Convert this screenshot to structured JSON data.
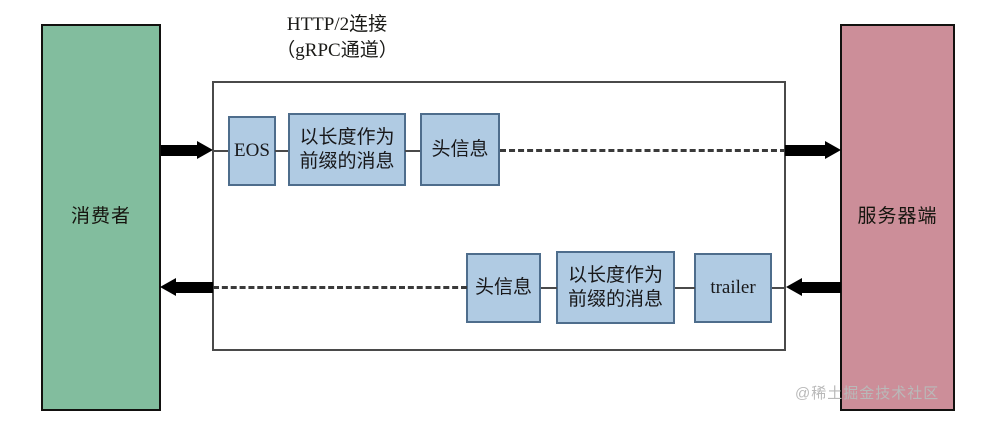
{
  "diagram": {
    "title_lines": [
      "HTTP/2连接",
      "（gRPC通道）"
    ],
    "endpoints": {
      "consumer": {
        "label": "消费者",
        "color": "#82bd9e"
      },
      "server": {
        "label": "服务器端",
        "color": "#cc8e99"
      }
    },
    "request_flow": {
      "direction": "consumer-to-server",
      "boxes": [
        {
          "label_lines": [
            "EOS"
          ],
          "name": "eos"
        },
        {
          "label_lines": [
            "以长度作为",
            "前缀的消息"
          ],
          "name": "length-prefixed-message"
        },
        {
          "label_lines": [
            "头信息"
          ],
          "name": "header"
        }
      ]
    },
    "response_flow": {
      "direction": "server-to-consumer",
      "boxes": [
        {
          "label_lines": [
            "头信息"
          ],
          "name": "header"
        },
        {
          "label_lines": [
            "以长度作为",
            "前缀的消息"
          ],
          "name": "length-prefixed-message"
        },
        {
          "label_lines": [
            "trailer"
          ],
          "name": "trailer"
        }
      ]
    },
    "colors": {
      "message_box_fill": "#b0cbe3",
      "message_box_border": "#4e6d8c",
      "container_border": "#4a4a4a",
      "arrow": "#000000"
    },
    "watermark": "@稀土掘金技术社区"
  }
}
